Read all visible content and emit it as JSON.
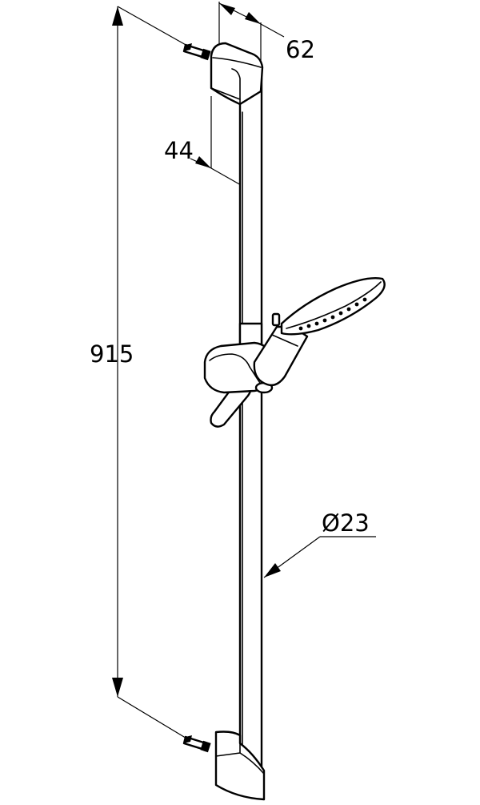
{
  "dimensions": {
    "overall_height": "915",
    "bracket_depth": "62",
    "bracket_offset": "44",
    "rail_diameter": "Ø23"
  },
  "colors": {
    "line": "#000000",
    "background": "#ffffff"
  }
}
